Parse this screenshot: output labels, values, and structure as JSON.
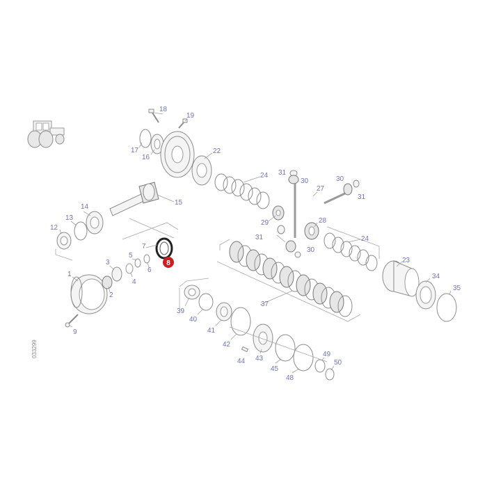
{
  "document_id": "033299",
  "highlight_color": "#cc1f1f",
  "highlighted_part": "8",
  "labels": {
    "l1": "1",
    "l2": "2",
    "l3": "3",
    "l4": "4",
    "l5": "5",
    "l6": "6",
    "l7": "7",
    "l9": "9",
    "l12": "12",
    "l13": "13",
    "l14": "14",
    "l15": "15",
    "l16": "16",
    "l17": "17",
    "l18": "18",
    "l19": "19",
    "l22": "22",
    "l23": "23",
    "l24a": "24",
    "l24b": "24",
    "l27": "27",
    "l28": "28",
    "l29": "29",
    "l30a": "30",
    "l30b": "30",
    "l30c": "30",
    "l31a": "31",
    "l31b": "31",
    "l31c": "31",
    "l34": "34",
    "l35": "35",
    "l37": "37",
    "l39": "39",
    "l40": "40",
    "l41": "41",
    "l42": "42",
    "l43": "43",
    "l44": "44",
    "l45": "45",
    "l48": "48",
    "l49": "49",
    "l50": "50"
  },
  "icons": {
    "tractor": "tractor-icon"
  }
}
